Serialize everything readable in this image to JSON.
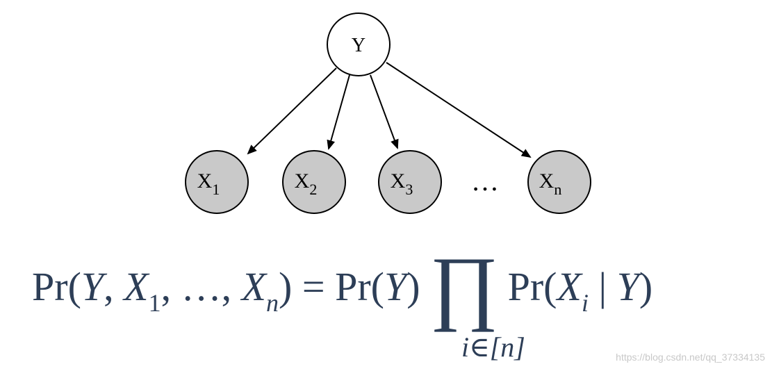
{
  "diagram": {
    "parent": {
      "label": "Y",
      "fill": "#ffffff",
      "stroke": "#000000"
    },
    "children": [
      {
        "base": "X",
        "sub": "1"
      },
      {
        "base": "X",
        "sub": "2"
      },
      {
        "base": "X",
        "sub": "3"
      },
      {
        "base": "X",
        "sub": "n"
      }
    ],
    "ellipsis": "…",
    "child_fill": "#c9c9c9",
    "edge_color": "#000000"
  },
  "formula": {
    "pr": "Pr",
    "open": "(",
    "close": ")",
    "Y": "Y",
    "X": "X",
    "comma": ",",
    "sub_1": "1",
    "ellipsis": "…",
    "sub_n": "n",
    "equals": "=",
    "product": "∏",
    "sub_i": "i",
    "bar": "|",
    "limit": "i∈[n]",
    "color": "#2d3e57"
  },
  "watermark": "https://blog.csdn.net/qq_37334135"
}
